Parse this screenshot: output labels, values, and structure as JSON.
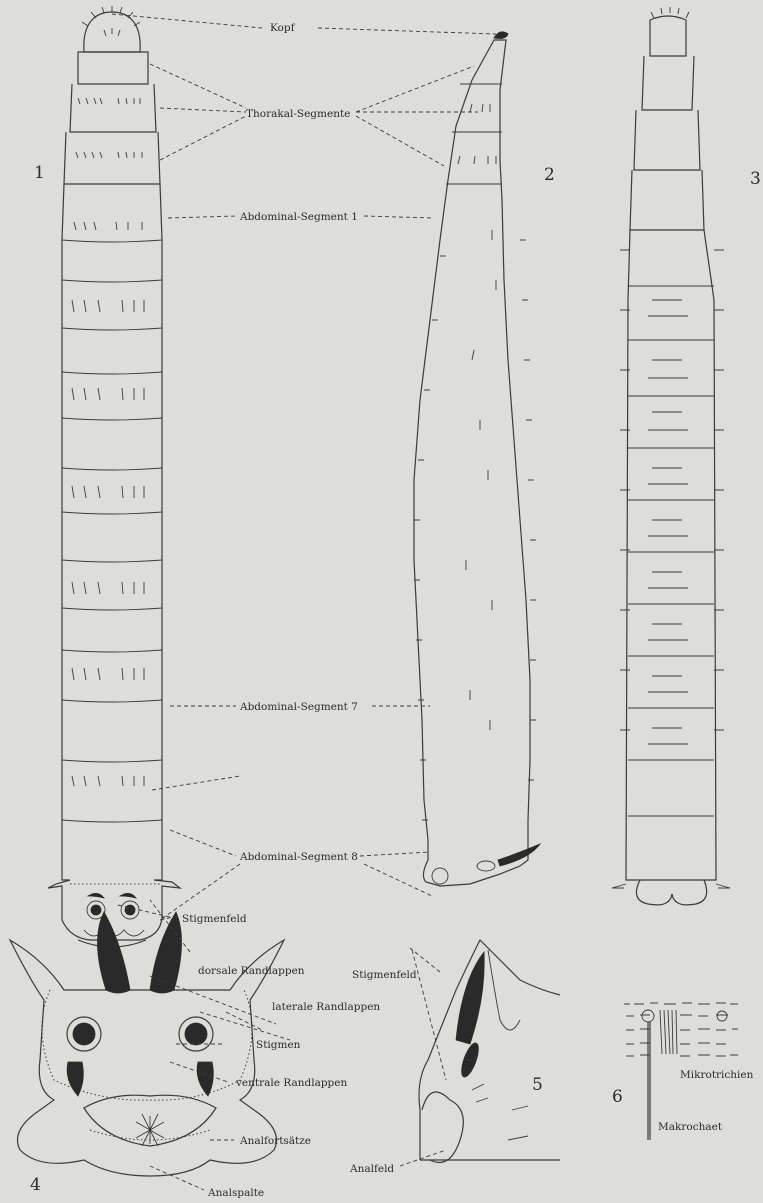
{
  "figures": {
    "fig1": "1",
    "fig2": "2",
    "fig3": "3",
    "fig4": "4",
    "fig5": "5",
    "fig6": "6"
  },
  "labels": {
    "kopf": "Kopf",
    "thorakal": "Thorakal-Segmente",
    "abd1": "Abdominal-Segment 1",
    "abd7": "Abdominal-Segment 7",
    "abd8": "Abdominal-Segment 8",
    "stigmenfeld_top": "Stigmenfeld",
    "dorsale": "dorsale Randlappen",
    "laterale": "laterale Randlappen",
    "stigmen": "Stigmen",
    "ventrale": "ventrale Randlappen",
    "analfortsaetze": "Analfortsätze",
    "analspalte": "Analspalte",
    "stigmenfeld_5": "Stigmenfeld",
    "analfeld": "Analfeld",
    "mikrotrichien": "Mikrotrichien",
    "makrochaet": "Makrochaet"
  }
}
